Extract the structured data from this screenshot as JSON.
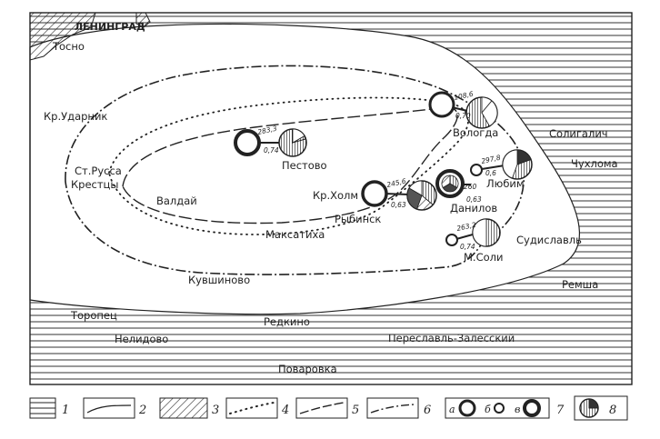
{
  "places": {
    "leningrad": "ЛЕНИНГРАД",
    "tosno": "Тосно",
    "kr_udarnik": "Кр.Ударник",
    "st_russa": "Ст.Русса",
    "kresttsy": "Крестцы",
    "valdai": "Валдай",
    "pestovo": "Пестово",
    "vologda": "Вологда",
    "soligalich": "Солигалич",
    "chukhloma": "Чухлома",
    "lyubim": "Любим",
    "danilov": "Данилов",
    "kr_kholm": "Кр.Холм",
    "rybinsk": "Рыбинск",
    "maksatikha": "Максатиха",
    "sudislavl": "Судиславль",
    "m_soli": "М.Соли",
    "kuvshinovo": "Кувшиново",
    "remsha": "Ремша",
    "toropets": "Торопец",
    "redkino": "Редкино",
    "nelidovo": "Нелидово",
    "pereslavl": "Переславль-Залесский",
    "povarovka": "Поваровка"
  },
  "station_values": {
    "pestovo_a": "283,3",
    "pestovo_b": "0,74",
    "vologda_a": "108,6",
    "vologda_b": "0,70",
    "lyubim_a": "297,8",
    "lyubim_b": "0,6",
    "danilov_a": "260",
    "danilov_b": "0,63",
    "rybinsk_a": "245,6",
    "rybinsk_b": "0,63",
    "msoli_a": "263,2",
    "msoli_b": "0,74"
  },
  "legend": {
    "k1": "1",
    "k2": "2",
    "k3": "3",
    "k4": "4",
    "k5": "5",
    "k6": "6",
    "k7": "7",
    "k8": "8",
    "sub_a": "а",
    "sub_b": "б",
    "sub_v": "в"
  }
}
